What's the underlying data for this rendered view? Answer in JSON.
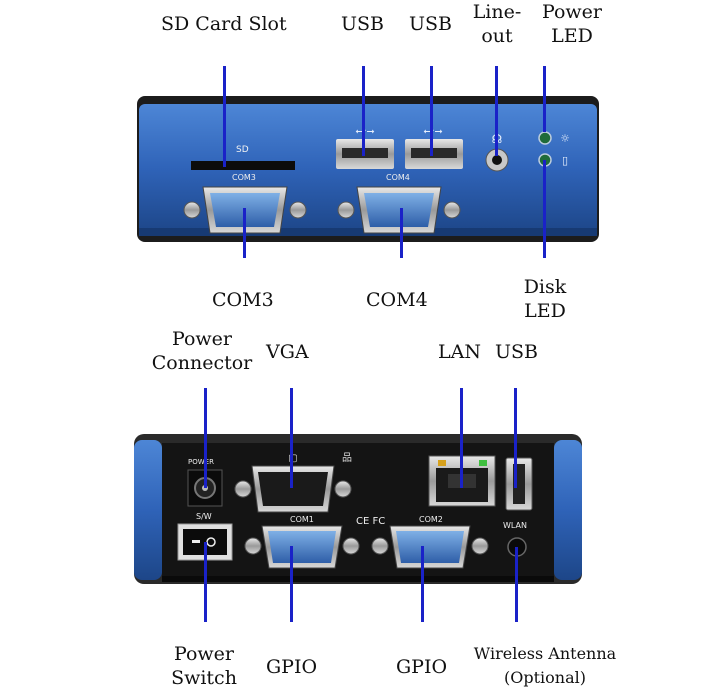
{
  "top_labels": {
    "sd_card_slot": "SD Card Slot",
    "usb_1": "USB",
    "usb_2": "USB",
    "line_out": "Line-\nout",
    "power_led": "Power\nLED",
    "com3": "COM3",
    "com4": "COM4",
    "disk_led": "Disk\nLED"
  },
  "top_device_text": {
    "sd": "SD",
    "com3": "COM3",
    "com4": "COM4"
  },
  "bottom_labels": {
    "power_connector": "Power\nConnector",
    "vga": "VGA",
    "lan": "LAN",
    "usb": "USB",
    "power_switch": "Power\nSwitch",
    "gpio_1": "GPIO",
    "gpio_2": "GPIO",
    "wireless_antenna": "Wireless Antenna\n(Optional)"
  },
  "bottom_device_text": {
    "power": "POWER",
    "sw": "S/W",
    "com1": "COM1",
    "com2": "COM2",
    "wlan": "WLAN",
    "ce": "CE FC"
  },
  "colors": {
    "device_blue": "#2f63b8",
    "leader_line": "#1a22c8",
    "panel_black": "#161616"
  }
}
